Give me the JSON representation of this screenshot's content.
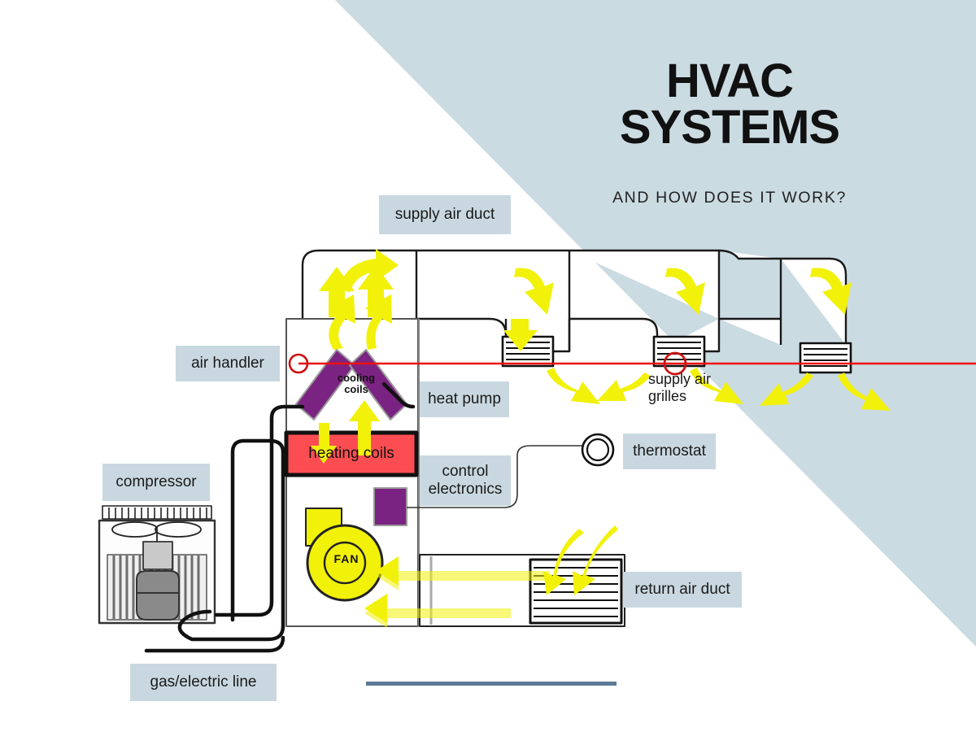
{
  "header": {
    "title_line1": "HVAC",
    "title_line2": "SYSTEMS",
    "subtitle": "AND HOW DOES IT WORK?"
  },
  "labels": {
    "supply_air_duct": "supply air duct",
    "air_handler": "air handler",
    "heat_pump": "heat pump",
    "compressor": "compressor",
    "control_electronics_line1": "control",
    "control_electronics_line2": "electronics",
    "thermostat": "thermostat",
    "supply_air_grilles_line1": "supply air",
    "supply_air_grilles_line2": "grilles",
    "return_air_duct": "return air duct",
    "gas_electric_line": "gas/electric line"
  },
  "components": {
    "cooling_coils_line1": "cooling",
    "cooling_coils_line2": "coils",
    "heating_coils": "heating coils",
    "fan": "FAN"
  },
  "colors": {
    "background": "#ffffff",
    "wedge_blue": "#cbdbe2",
    "label_box": "#c9d8e0",
    "heating_red": "#fc4e52",
    "cooling_purple": "#7b2382",
    "airflow_yellow": "#f2f10a",
    "refrigerant_red": "#ee1111",
    "rule_steel": "#5c7b94",
    "outline": "#1a1a1a",
    "compressor_grey": "#8a8a8a"
  },
  "diagram": {
    "type": "hvac-system-schematic",
    "airflow_direction": "supply air up through cooling coils into supply duct, out grilles; return air back to fan",
    "elements": [
      "compressor outdoor unit",
      "refrigerant lines",
      "air handler cabinet",
      "cooling coils",
      "heating coils",
      "control electronics",
      "blower fan",
      "supply air duct run",
      "three supply air grilles",
      "return air duct",
      "thermostat"
    ]
  }
}
